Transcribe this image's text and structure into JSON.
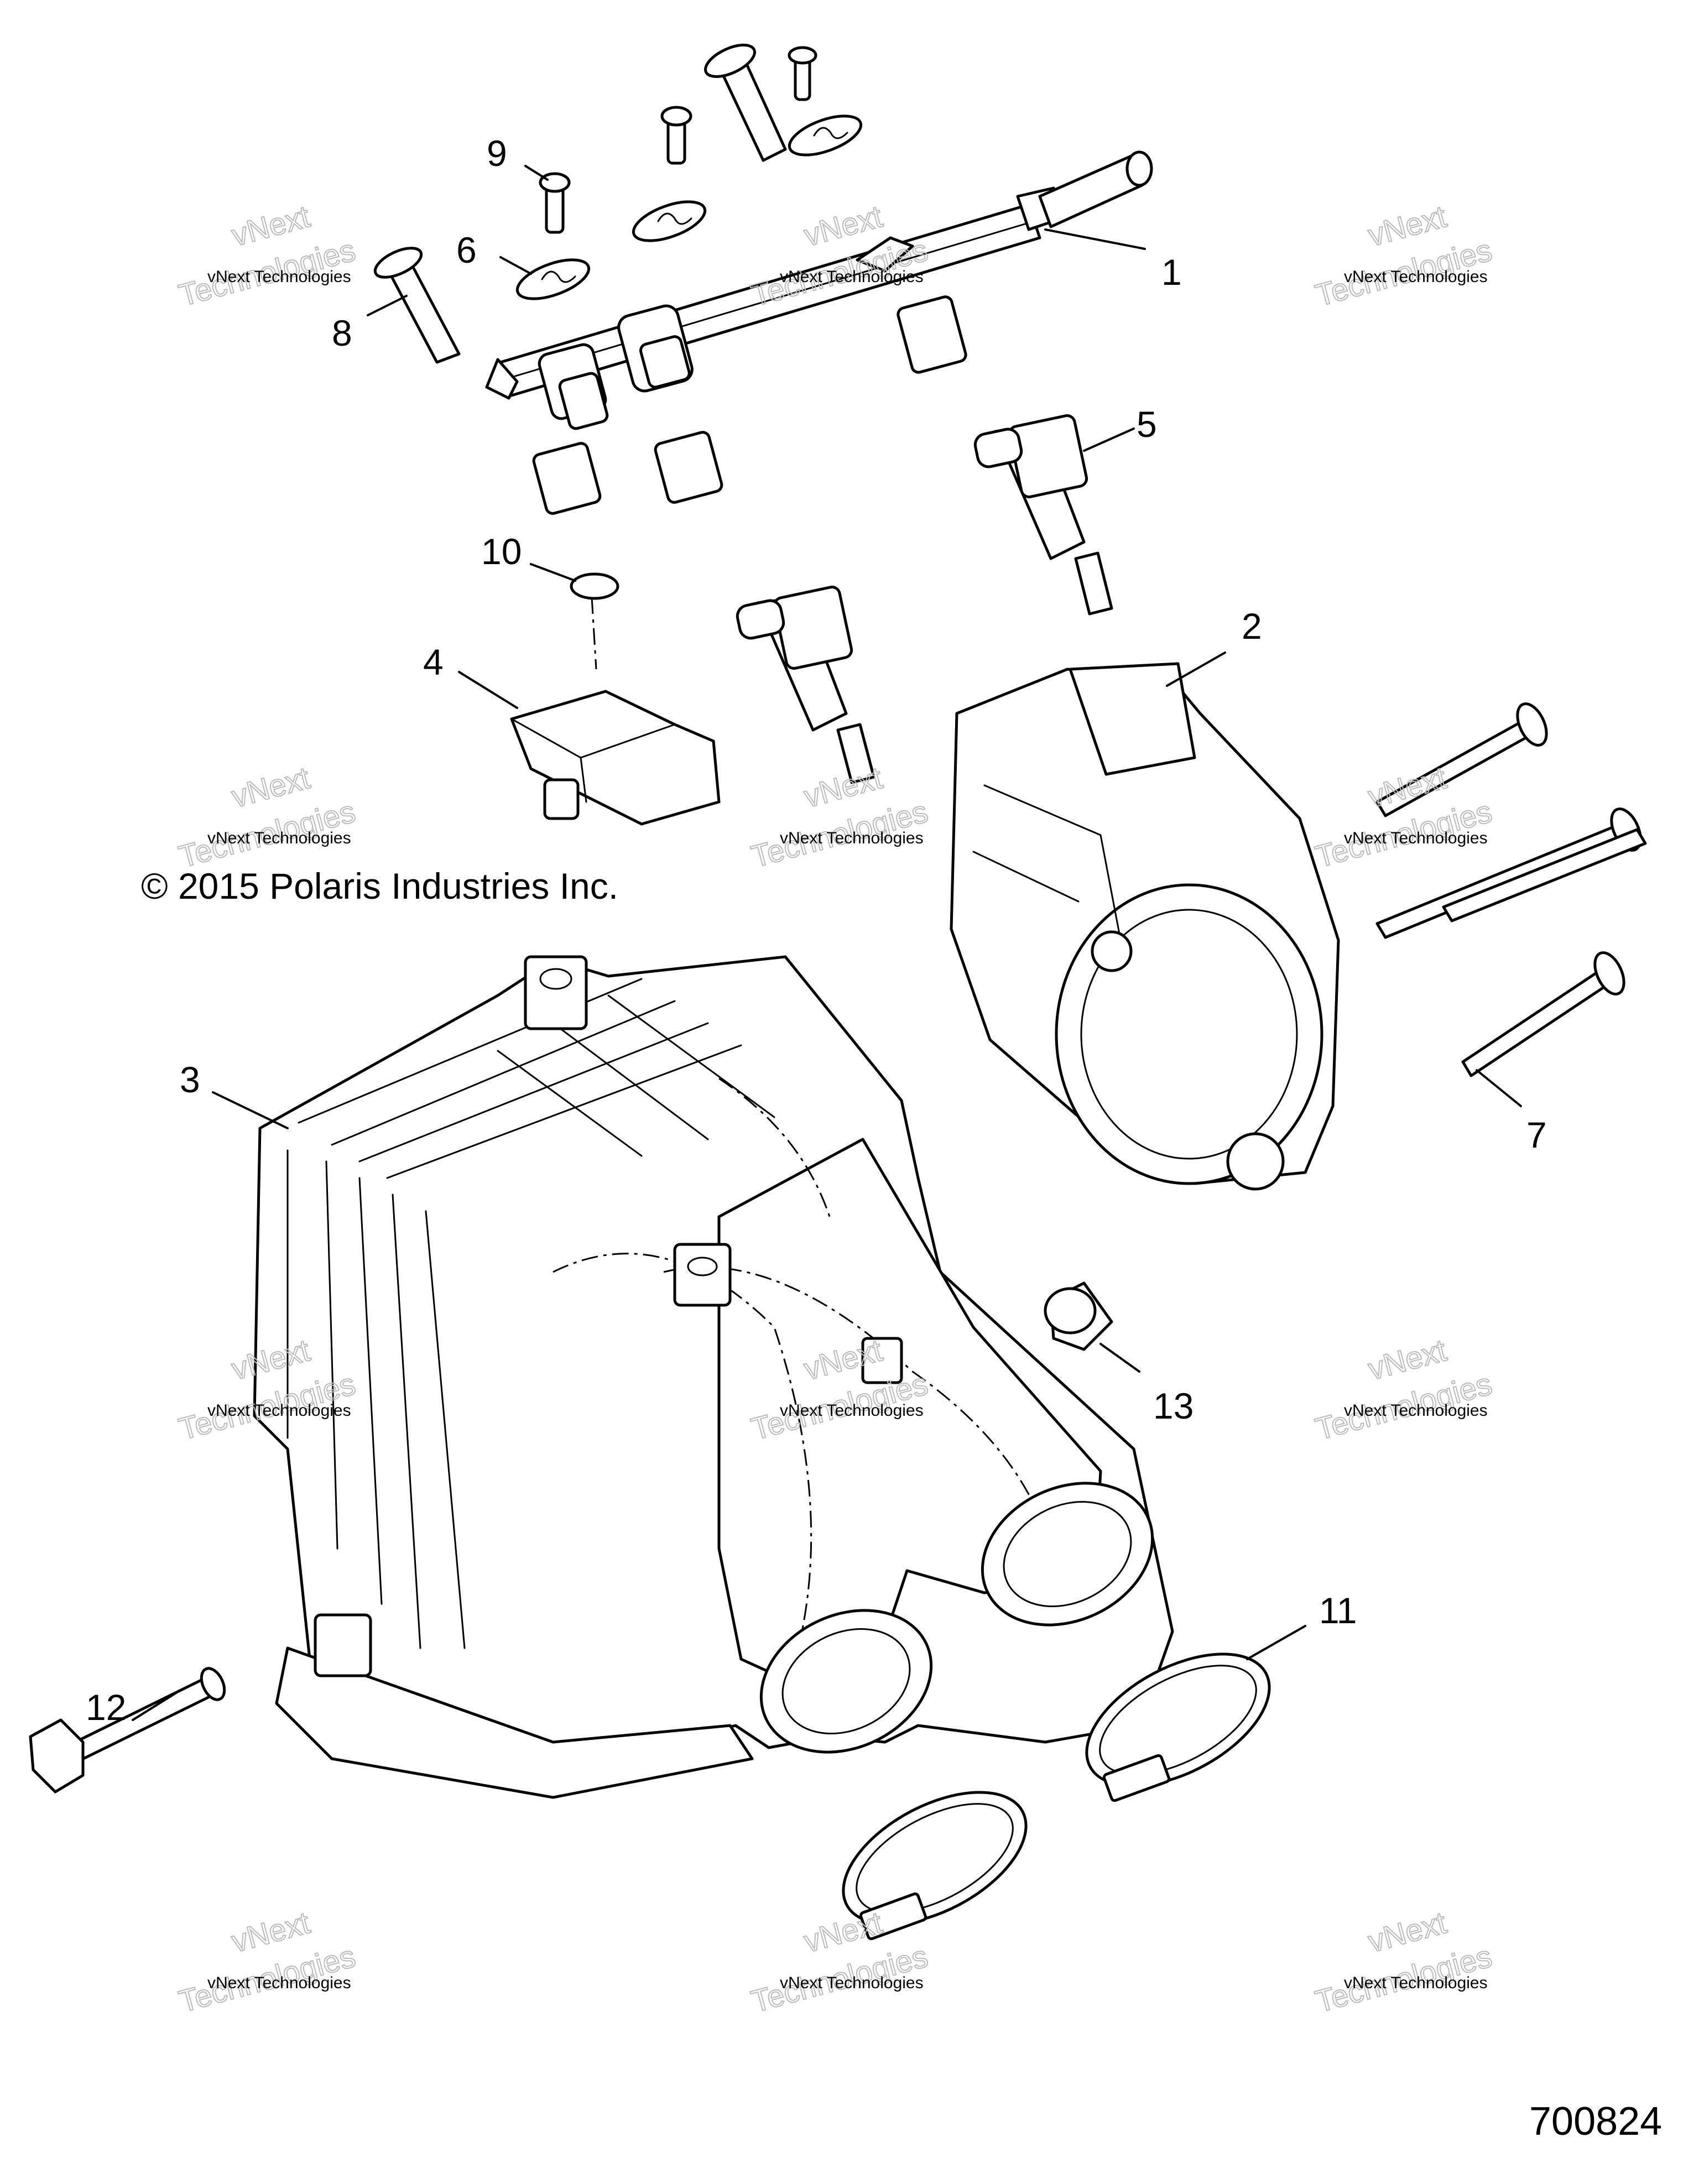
{
  "callouts": [
    "1",
    "2",
    "3",
    "4",
    "5",
    "6",
    "7",
    "8",
    "9",
    "10",
    "11",
    "12",
    "13"
  ],
  "copyright": "© 2015 Polaris Industries Inc.",
  "drawing_number": "700824",
  "watermark": {
    "small": "vNext Technologies",
    "big_line1": "vNext",
    "big_line2": "Technologies"
  }
}
